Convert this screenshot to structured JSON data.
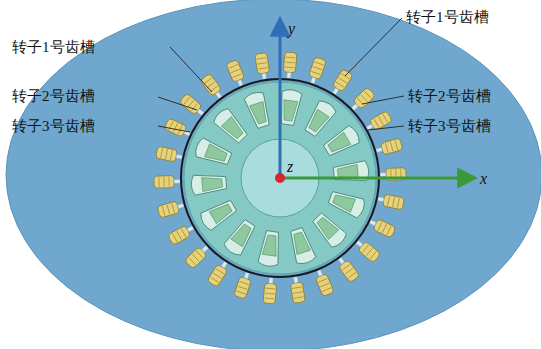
{
  "diagram": {
    "labels": [
      "转子1号齿槽",
      "转子2号齿槽",
      "转子3号齿槽",
      "转子1号齿槽",
      "转子2号齿槽",
      "转子3号齿槽",
      "y",
      "x",
      "z"
    ]
  }
}
